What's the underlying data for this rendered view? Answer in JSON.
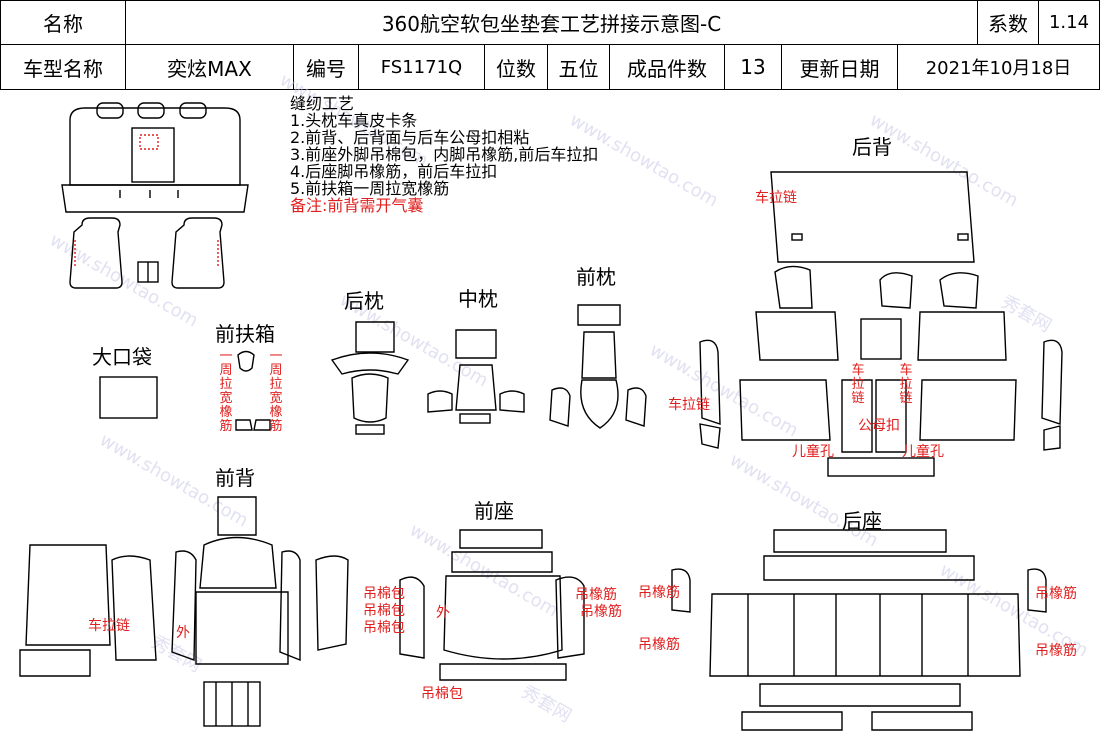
{
  "header": {
    "name_label": "名称",
    "title": "360航空软包坐垫套工艺拼接示意图-C",
    "coef_label": "系数",
    "coef_value": "1.14",
    "model_label": "车型名称",
    "model_value": "奕炫MAX",
    "code_label": "编号",
    "code_value": "FS1171Q",
    "seats_label": "位数",
    "seats_value": "五位",
    "pieces_label": "成品件数",
    "pieces_value": "13",
    "date_label": "更新日期",
    "date_value": "2021年10月18日"
  },
  "notes": {
    "title": "缝纫工艺",
    "items": [
      "1.头枕车真皮卡条",
      "2.前背、后背面与后车公母扣相粘",
      "3.前座外脚吊棉包，内脚吊橡筋,前后车拉扣",
      "4.后座脚吊橡筋，前后车拉扣",
      "5.前扶箱一周拉宽橡筋"
    ],
    "remark": "备注:前背需开气囊"
  },
  "sections": {
    "rear_back": "后背",
    "rear_pillow": "后枕",
    "mid_pillow": "中枕",
    "front_pillow": "前枕",
    "front_armrest": "前扶箱",
    "big_pocket": "大口袋",
    "front_back": "前背",
    "front_seat": "前座",
    "rear_seat": "后座"
  },
  "annotations": {
    "zipper": "车拉链",
    "snap": "公母扣",
    "child_hole": "儿童孔",
    "hang_cotton": "吊棉包",
    "hang_elastic": "吊橡筋",
    "outer": "外",
    "elastic_around": "一周拉宽橡筋"
  },
  "watermark": {
    "site": "www.showtao.com",
    "brand": "秀套网"
  },
  "colors": {
    "annotation_red": "#e0201f",
    "line": "#000000"
  }
}
